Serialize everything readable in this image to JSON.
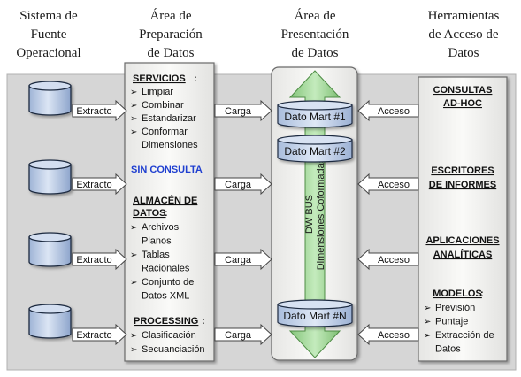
{
  "headers": {
    "source": [
      "Sistema de",
      "Fuente",
      "Operacional"
    ],
    "staging": [
      "Área de",
      "Preparación",
      "de Datos"
    ],
    "presentation": [
      "Área de",
      "Presentación",
      "de Datos"
    ],
    "tools": [
      "Herramientas",
      "de Acceso de",
      "Datos"
    ]
  },
  "flow_labels": {
    "extract": "Extracto",
    "load": "Carga",
    "access": "Acceso"
  },
  "staging": {
    "services": {
      "title": "SERVICIOS",
      "items": [
        "Limpiar",
        "Combinar",
        "Estandarizar",
        "Conformar",
        "Dimensiones"
      ]
    },
    "no_query": "SIN CONSULTA",
    "storage": {
      "title_lines": [
        "ALMACÉN DE",
        "DATOS"
      ],
      "items": [
        "Archivos",
        "Planos",
        "Tablas",
        "Racionales",
        "Conjunto de",
        "Datos XML"
      ]
    },
    "processing": {
      "title": "PROCESSING",
      "items": [
        "Clasificación",
        "Secuanciación"
      ]
    }
  },
  "presentation": {
    "marts": [
      "Dato Mart #1",
      "Dato Mart #2",
      "Dato Mart #N"
    ],
    "bus_lines": [
      "DW BUS",
      "Dimensiones Coformadas"
    ]
  },
  "tools": {
    "adhoc": [
      "CONSULTAS",
      "AD-HOC"
    ],
    "reports": [
      "ESCRITORES",
      "DE INFORMES"
    ],
    "analytics": [
      "APLICACIONES",
      "ANALÍTICAS"
    ],
    "models": {
      "title": "MODELOS",
      "items": [
        "Previsión",
        "Puntaje",
        "Extracción de",
        "Datos"
      ]
    }
  },
  "colors": {
    "cylinder_fill": "#c9d7ec",
    "panel_fill": "#f4f4f2",
    "bus_green": "#a8d8a0",
    "no_query_blue": "#1f3fd0"
  }
}
